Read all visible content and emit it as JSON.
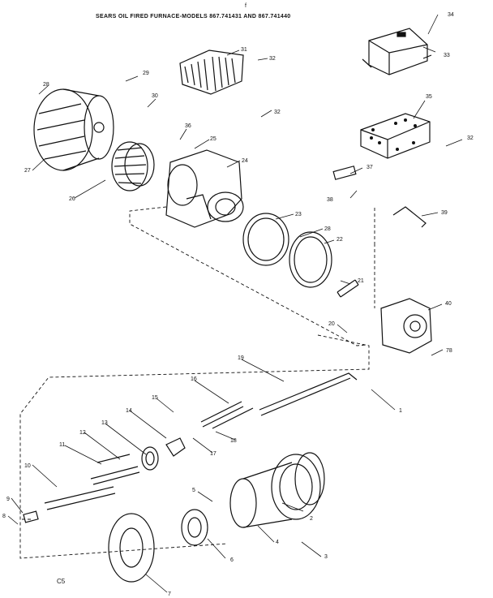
{
  "header": {
    "mark": "f",
    "title": "SEARS OIL FIRED FURNACE-MODELS 867.741431 AND 867.741440"
  },
  "diagram_code": "C5",
  "callouts": [
    "34",
    "33",
    "31",
    "32",
    "32",
    "35",
    "32",
    "29",
    "28",
    "30",
    "36",
    "25",
    "24",
    "27",
    "26",
    "37",
    "38",
    "39",
    "23",
    "28",
    "22",
    "21",
    "40",
    "20",
    "78",
    "19",
    "16",
    "15",
    "14",
    "13",
    "12",
    "11",
    "18",
    "17",
    "1",
    "10",
    "9",
    "8",
    "5",
    "2",
    "4",
    "3",
    "6",
    "7"
  ]
}
